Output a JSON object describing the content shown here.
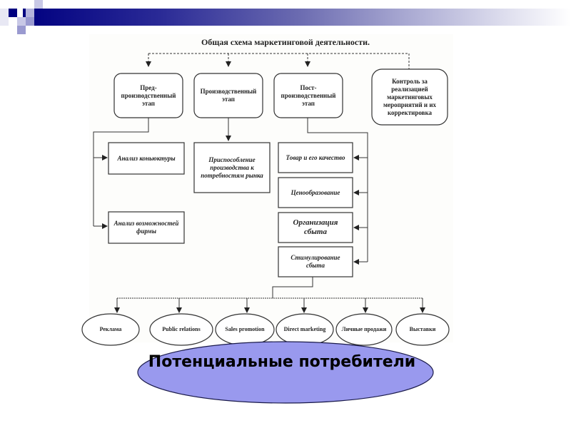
{
  "slide": {
    "title": "Общая схема маркетинговой деятельности.",
    "colors": {
      "header_dark": "#000080",
      "ellipse_fill": "#9999ee",
      "line": "#222222"
    }
  },
  "stages": [
    {
      "label": "Пред-производственный этап"
    },
    {
      "label": "Производственный этап"
    },
    {
      "label": "Пост-производственный этап"
    },
    {
      "label": "Контроль за реализацией маркетинговых мероприятий и их корректировка"
    }
  ],
  "pre_production": [
    {
      "label": "Анализ коньюктуры"
    },
    {
      "label": "Анализ возможностей фирмы"
    }
  ],
  "production": [
    {
      "label": "Приспособление производства к потребностям рынка"
    }
  ],
  "post_production": [
    {
      "label": "Товар и его качество"
    },
    {
      "label": "Ценообразование"
    },
    {
      "label": "Организация сбыта"
    },
    {
      "label": "Стимулирование сбыта"
    }
  ],
  "promotion_tools": [
    {
      "label": "Реклама"
    },
    {
      "label": "Public relations"
    },
    {
      "label": "Sales promotion"
    },
    {
      "label": "Direct marketing"
    },
    {
      "label": "Личные продажи"
    },
    {
      "label": "Выставки"
    }
  ],
  "target": {
    "label": "Потенциальные потребители"
  }
}
